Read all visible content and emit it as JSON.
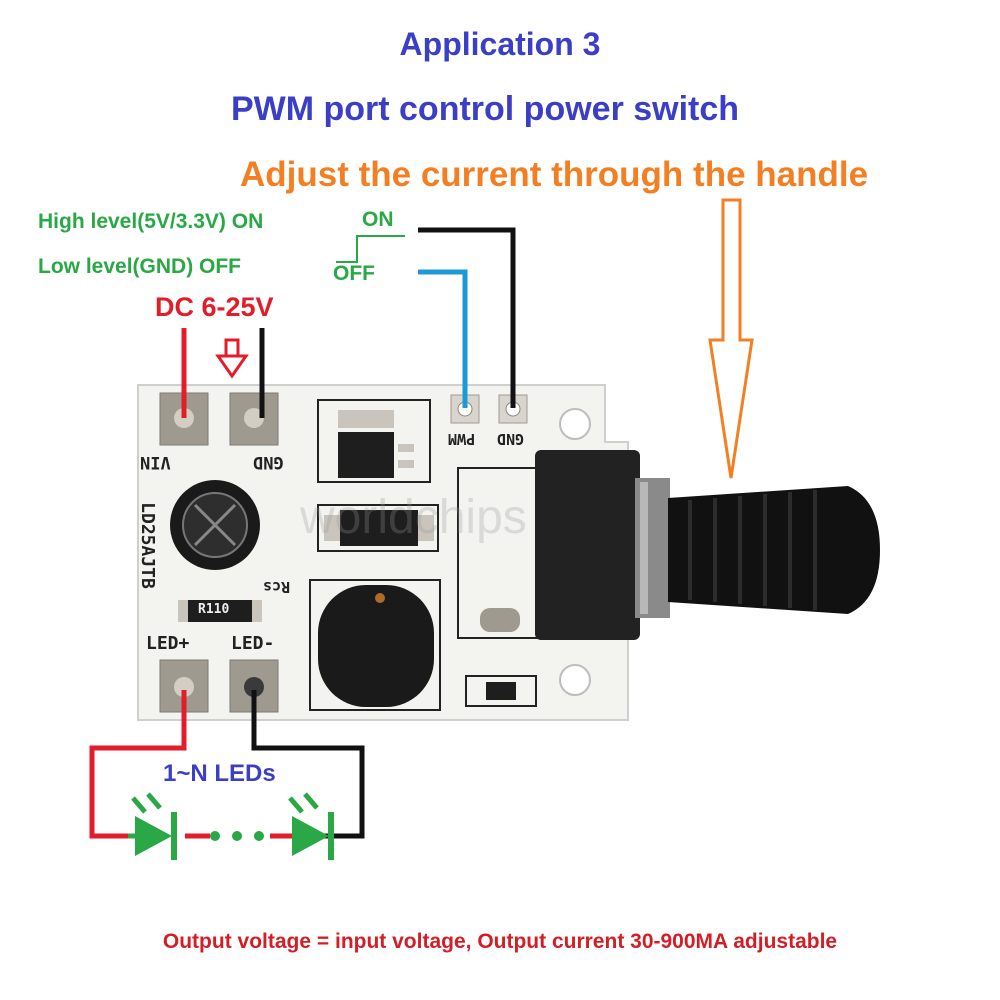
{
  "title": "Application 3",
  "subtitle": "PWM port control power switch",
  "handle_note": "Adjust the current through the handle",
  "signal": {
    "high_label": "High level(5V/3.3V) ON",
    "low_label": "Low level(GND) OFF",
    "on_label": "ON",
    "off_label": "OFF"
  },
  "power_label": "DC 6-25V",
  "leds_label": "1~N LEDs",
  "footer": "Output voltage = input voltage, Output current 30-900MA adjustable",
  "board": {
    "vin": "VIN",
    "gnd": "GND",
    "pwm": "PWM",
    "gnd2": "GND",
    "model": "LD25AJTB",
    "rcs": "Rcs",
    "resistor": "R110",
    "led_plus": "LED+",
    "led_minus": "LED-",
    "watermark": "worldchips"
  },
  "colors": {
    "title": "#3b3fc6",
    "orange": "#f47f23",
    "green": "#2aa845",
    "red": "#e11d2a",
    "blue_wire": "#1d9ad6",
    "black_wire": "#111111"
  }
}
